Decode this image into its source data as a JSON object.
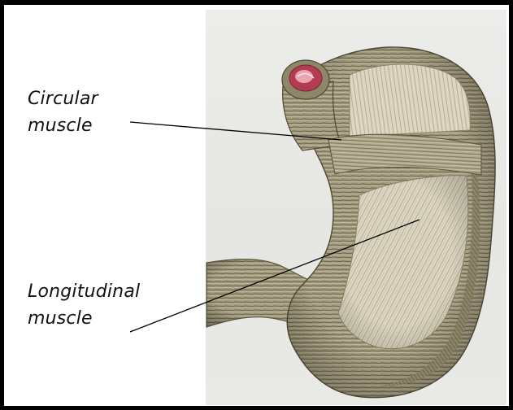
{
  "labels": {
    "circular": {
      "line1": "Circular",
      "line2": "muscle"
    },
    "longitudinal": {
      "line1": "Longitudinal",
      "line2": "muscle"
    }
  },
  "colors": {
    "frame": "#000000",
    "illustration_background": "#e9e9e6",
    "muscle_outer": "#8f8668",
    "muscle_mid": "#a8a084",
    "muscle_light": "#d9d3bf",
    "fiber_dark": "#5d5640",
    "esophagus_lumen": "#c8485e",
    "leader_line": "#000000"
  }
}
